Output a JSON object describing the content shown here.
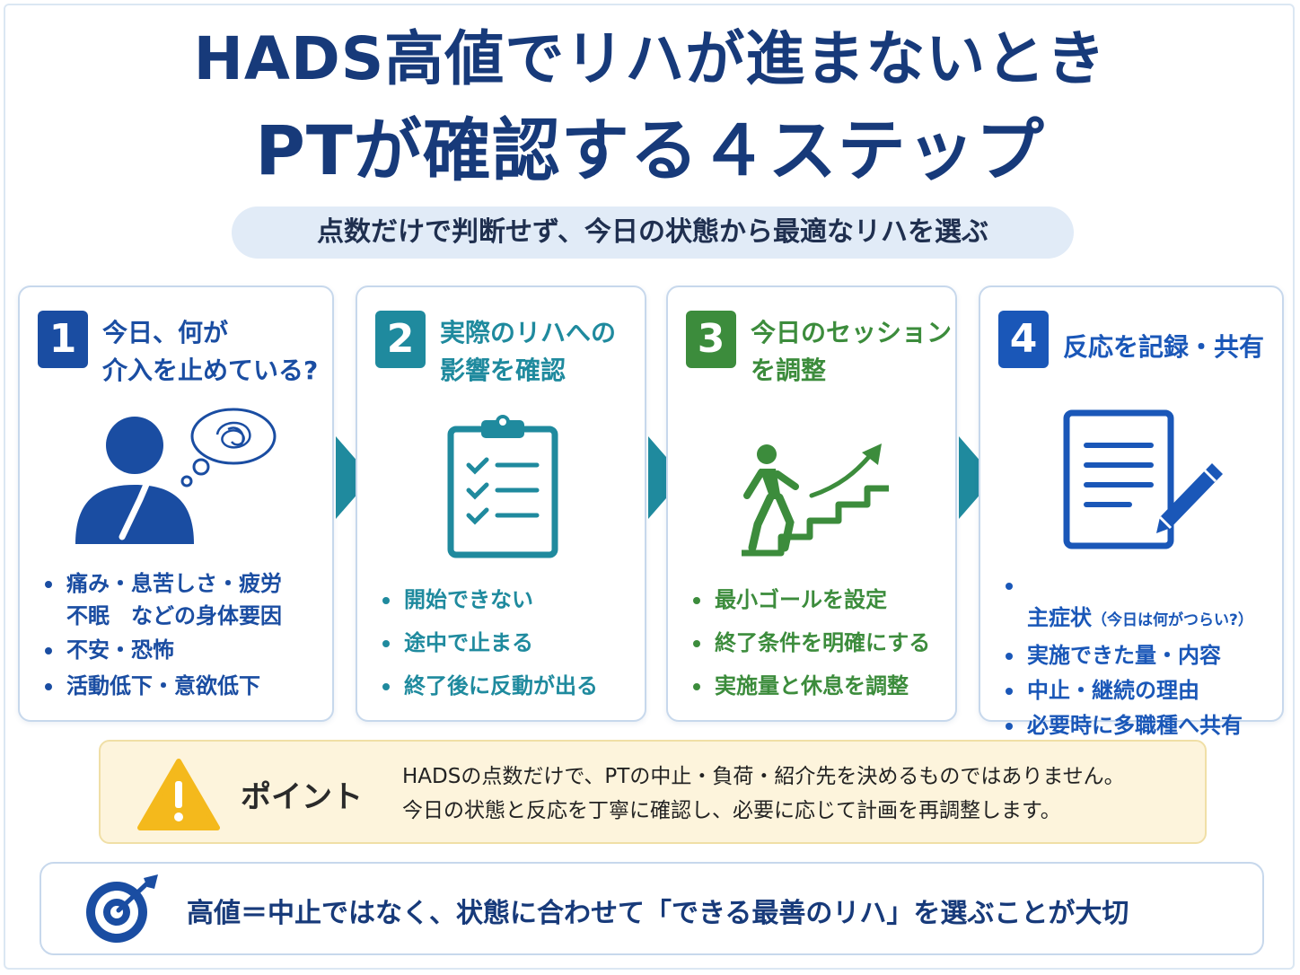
{
  "title_line1": "HADS高値でリハが進まないとき",
  "title_line2": "PTが確認する４ステップ",
  "subtitle": "点数だけで判断せず、今日の状態から最適なリハを選ぶ",
  "colors": {
    "step1": "#1a4da2",
    "step2": "#1f8a9e",
    "step3": "#3c8c3c",
    "step4": "#1a57b8",
    "title": "#173a7a",
    "warning": "#f4b91c"
  },
  "steps": [
    {
      "number": "1",
      "heading": "今日、何が\n介入を止めている?",
      "icon": "thinking-person-icon",
      "items": [
        "痛み・息苦しさ・疲労\n不眠　などの身体要因",
        "不安・恐怖",
        "活動低下・意欲低下"
      ]
    },
    {
      "number": "2",
      "heading": "実際のリハへの\n影響を確認",
      "icon": "clipboard-checklist-icon",
      "items": [
        "開始できない",
        "途中で止まる",
        "終了後に反動が出る"
      ]
    },
    {
      "number": "3",
      "heading": "今日のセッション\nを調整",
      "icon": "stairs-climbing-icon",
      "items": [
        "最小ゴールを設定",
        "終了条件を明確にする",
        "実施量と休息を調整"
      ]
    },
    {
      "number": "4",
      "heading": "反応を記録・共有",
      "icon": "document-pen-icon",
      "items": [
        "主症状",
        "実施できた量・内容",
        "中止・継続の理由",
        "必要時に多職種へ共有"
      ],
      "item1_note": "（今日は何がつらい?）"
    }
  ],
  "point": {
    "icon": "warning-icon",
    "label": "ポイント",
    "text": "HADSの点数だけで、PTの中止・負荷・紹介先を決めるものではありません。\n今日の状態と反応を丁寧に確認し、必要に応じて計画を再調整します。"
  },
  "bottom": {
    "icon": "target-icon",
    "text": "高値＝中止ではなく、状態に合わせて「できる最善のリハ」を選ぶことが大切"
  }
}
